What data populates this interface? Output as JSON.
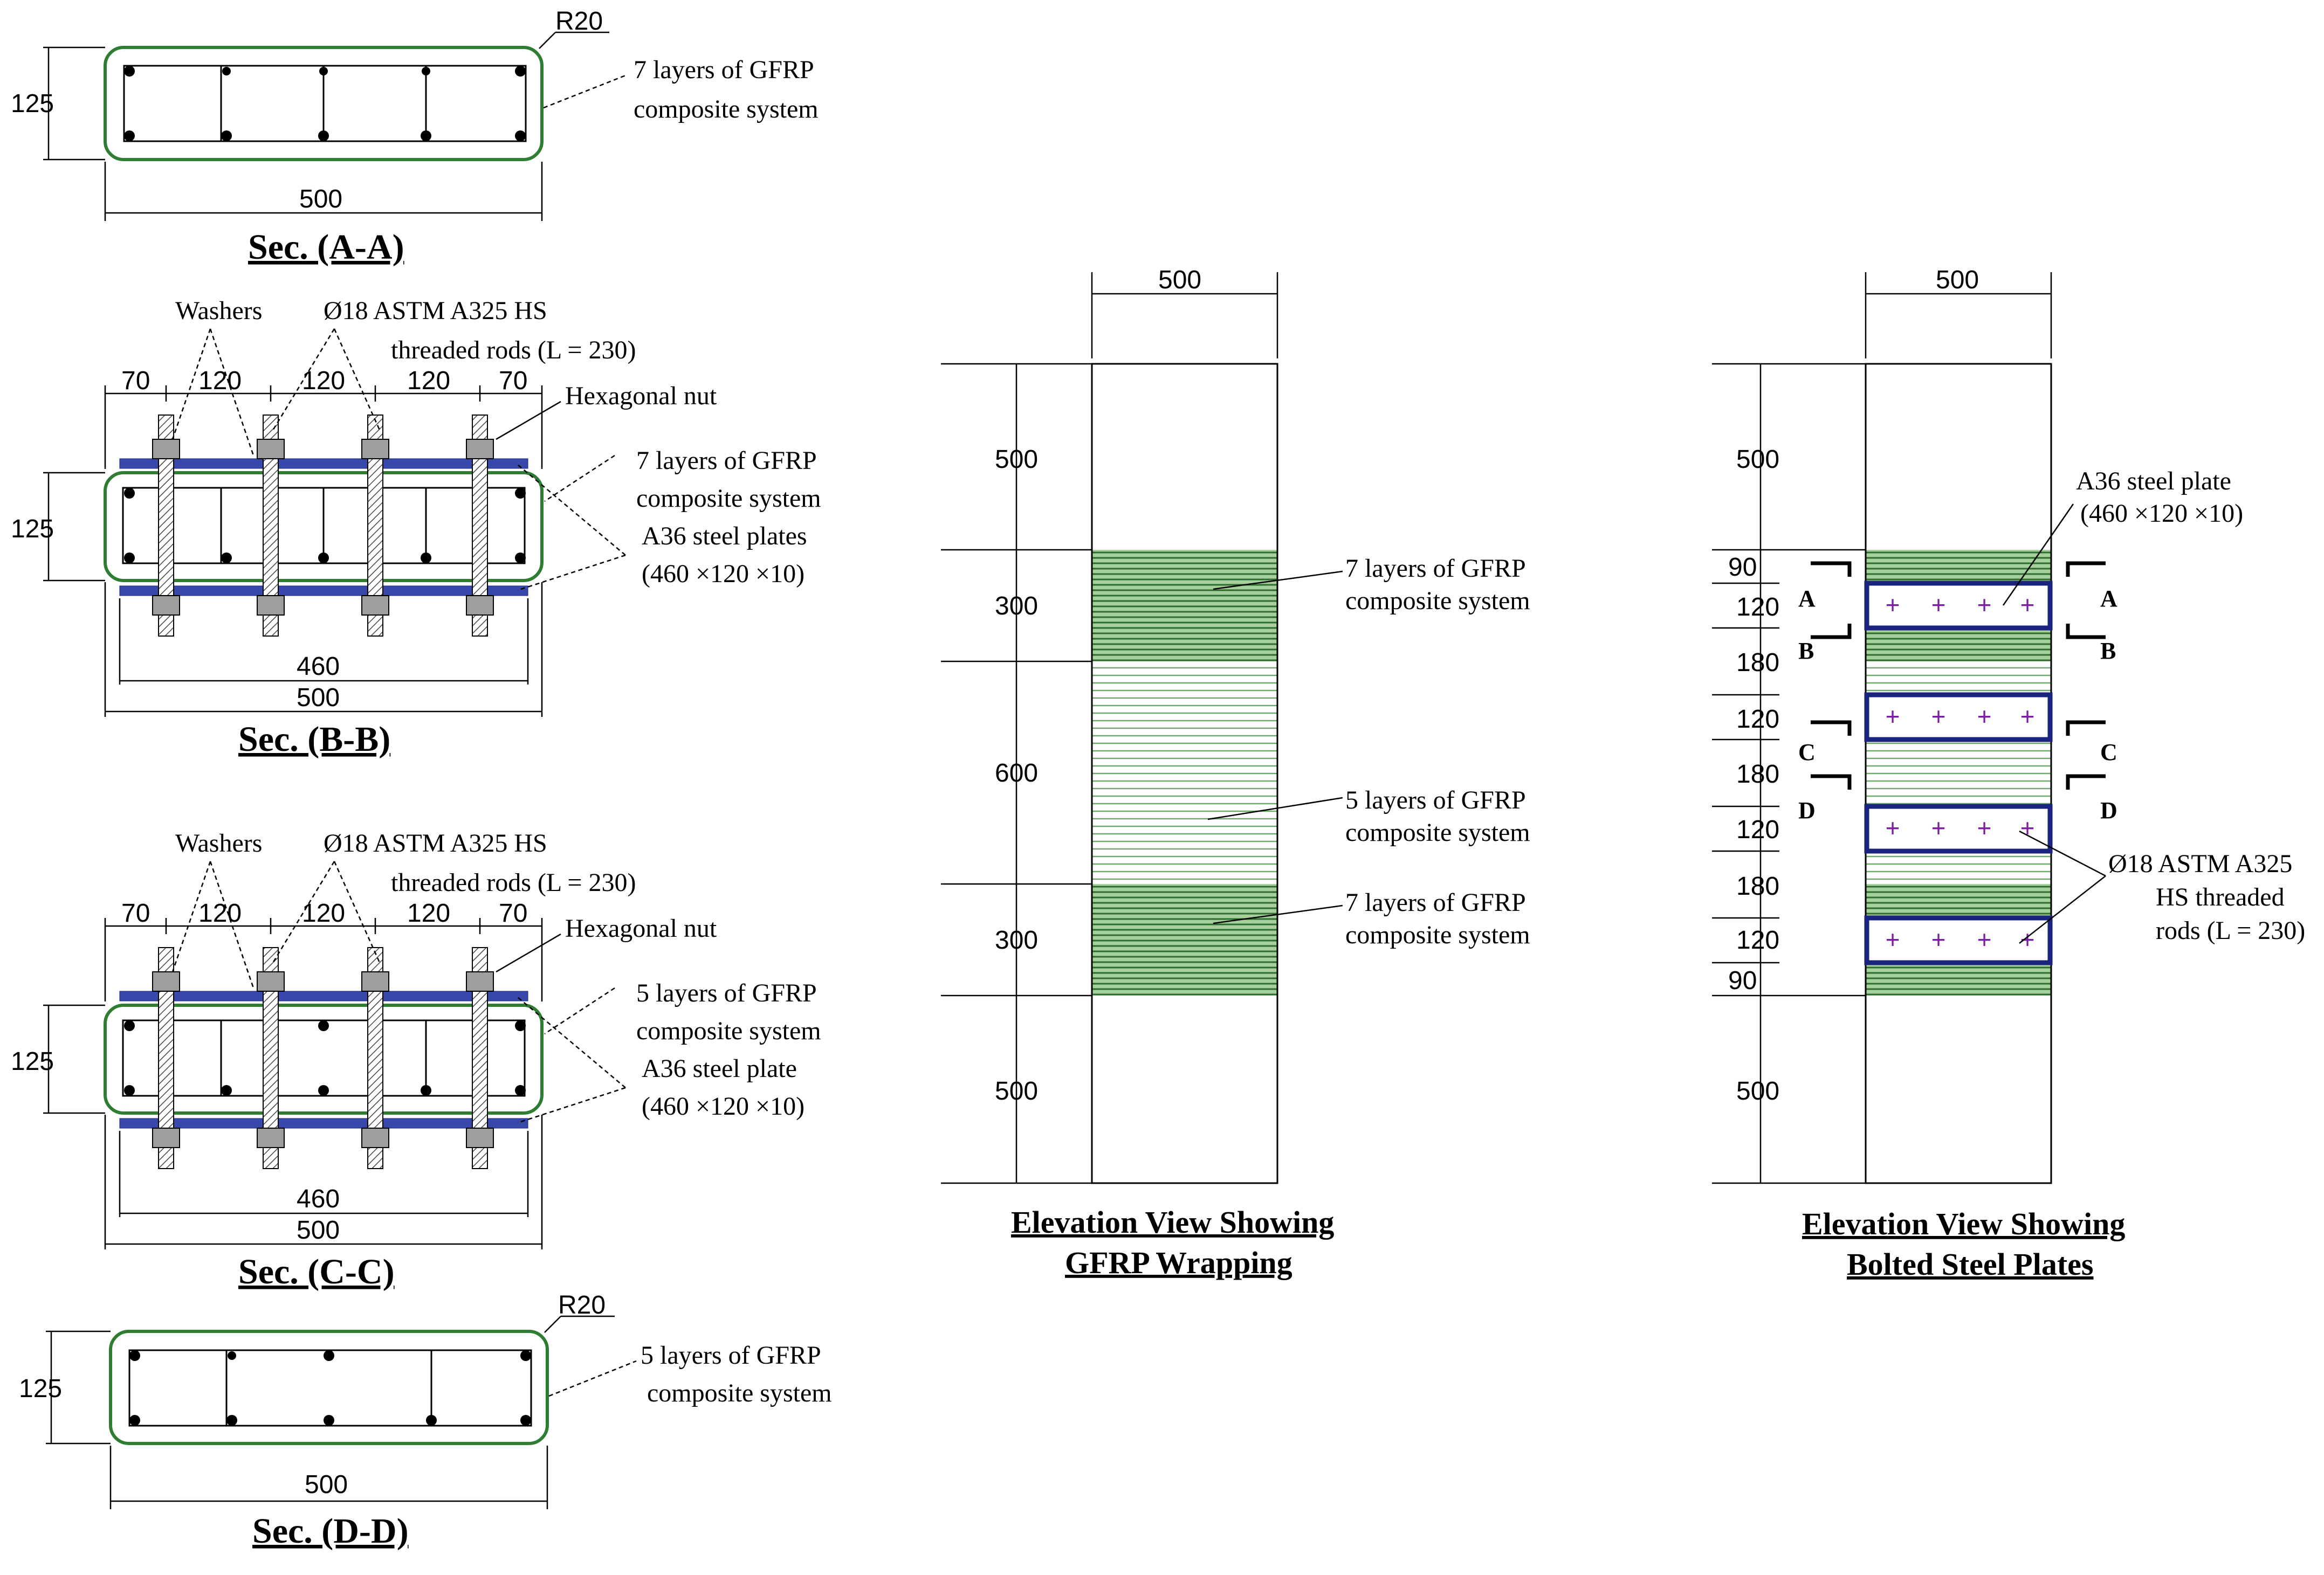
{
  "sec_aa": {
    "title": "Sec. (A-A)",
    "radius": "R20",
    "height_dim": "125",
    "width_dim": "500",
    "gfrp_line1": "7 layers of GFRP",
    "gfrp_line2": "composite system"
  },
  "sec_bb": {
    "title": "Sec. (B-B)",
    "washers": "Washers",
    "rod_line1": "Ø18 ASTM A325 HS",
    "rod_line2": "threaded rods (L = 230)",
    "nut": "Hexagonal nut",
    "gfrp_line1": "7 layers of GFRP",
    "gfrp_line2": "composite system",
    "plate_line1": "A36 steel plates",
    "plate_line2": "(460 ×120 ×10)",
    "spacings": [
      "70",
      "120",
      "120",
      "120",
      "70"
    ],
    "height_dim": "125",
    "plate_dim": "460",
    "width_dim": "500"
  },
  "sec_cc": {
    "title": "Sec. (C-C)",
    "washers": "Washers",
    "rod_line1": "Ø18 ASTM A325 HS",
    "rod_line2": "threaded rods (L = 230)",
    "nut": "Hexagonal nut",
    "gfrp_line1": "5 layers of GFRP",
    "gfrp_line2": "composite system",
    "plate_line1": "A36 steel plate",
    "plate_line2": "(460 ×120 ×10)",
    "spacings": [
      "70",
      "120",
      "120",
      "120",
      "70"
    ],
    "height_dim": "125",
    "plate_dim": "460",
    "width_dim": "500"
  },
  "sec_dd": {
    "title": "Sec. (D-D)",
    "radius": "R20",
    "height_dim": "125",
    "width_dim": "500",
    "gfrp_line1": "5 layers of GFRP",
    "gfrp_line2": "composite system"
  },
  "elev_gfrp": {
    "title_line1": "Elevation View Showing",
    "title_line2": "GFRP Wrapping",
    "width_dim": "500",
    "segments": [
      "500",
      "300",
      "600",
      "300",
      "500"
    ],
    "label_top_line1": "7 layers of GFRP",
    "label_top_line2": "composite system",
    "label_mid_line1": "5 layers of GFRP",
    "label_mid_line2": "composite system",
    "label_bot_line1": "7 layers of GFRP",
    "label_bot_line2": "composite system"
  },
  "elev_bolted": {
    "title_line1": "Elevation View Showing",
    "title_line2": "Bolted Steel Plates",
    "width_dim": "500",
    "segments": [
      "500",
      "90",
      "120",
      "180",
      "120",
      "180",
      "120",
      "180",
      "120",
      "90",
      "500"
    ],
    "plate_line1": "A36 steel plate",
    "plate_line2": "(460 ×120 ×10)",
    "rod_line1": "Ø18 ASTM A325",
    "rod_line2": "HS threaded",
    "rod_line3": "rods (L = 230)",
    "cuts": [
      "A",
      "B",
      "C",
      "D"
    ]
  }
}
